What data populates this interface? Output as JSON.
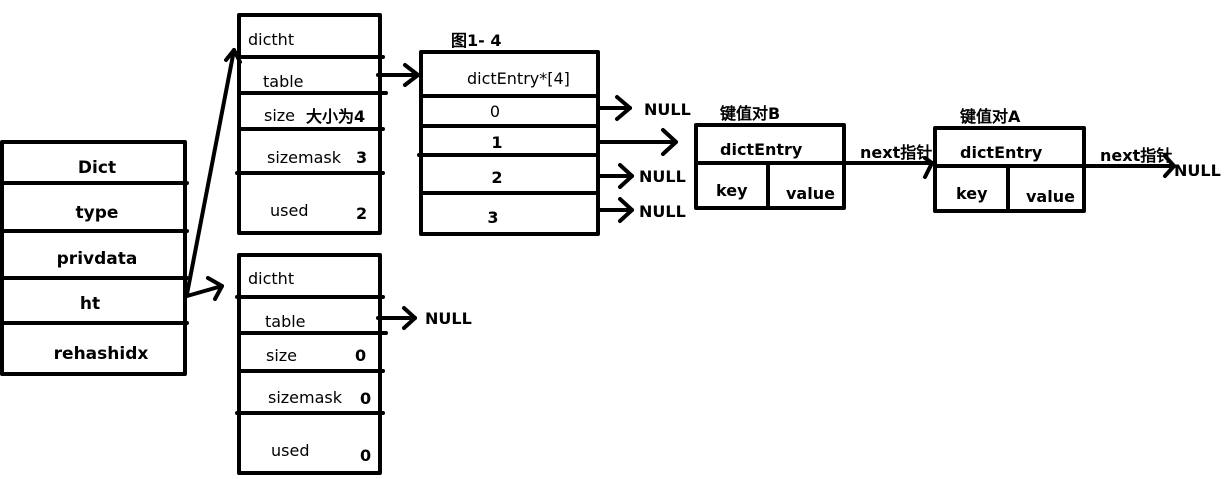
{
  "figure_label": "图1- 4",
  "dict": {
    "rows": [
      "Dict",
      "type",
      "privdata",
      "ht",
      "rehashidx"
    ]
  },
  "ht0": {
    "title": "dictht",
    "table_label": "table",
    "size_label": "size",
    "size_value": "大小为4",
    "sizemask_label": "sizemask",
    "sizemask_value": "3",
    "used_label": "used",
    "used_value": "2"
  },
  "ht1": {
    "title": "dictht",
    "table_label": "table",
    "table_target": "NULL",
    "size_label": "size",
    "size_value": "0",
    "sizemask_label": "sizemask",
    "sizemask_value": "0",
    "used_label": "used",
    "used_value": "0"
  },
  "table_array": {
    "header": "dictEntry*[4]",
    "slots": [
      {
        "index": "0",
        "target": "NULL"
      },
      {
        "index": "1",
        "target": ""
      },
      {
        "index": "2",
        "target": "NULL"
      },
      {
        "index": "3",
        "target": "NULL"
      }
    ]
  },
  "entry_b": {
    "caption": "键值对B",
    "title": "dictEntry",
    "key": "key",
    "value": "value",
    "next_label": "next指针"
  },
  "entry_a": {
    "caption": "键值对A",
    "title": "dictEntry",
    "key": "key",
    "value": "value",
    "next_label": "next指针",
    "next_target": "NULL"
  }
}
